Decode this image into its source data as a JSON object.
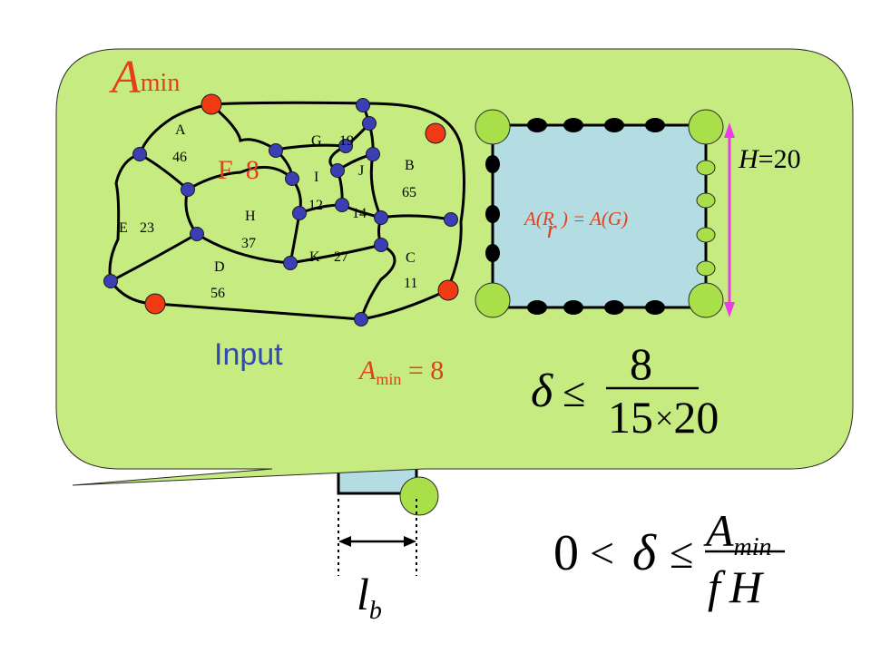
{
  "colors": {
    "callout_fill": "#c6eb80",
    "region_fill": "#b3dde2",
    "red_label": "#e1401b",
    "blue_label": "#3048b8",
    "node_blue": "#3a3fb4",
    "node_red": "#ef3a14",
    "node_green": "#a9e04a",
    "height_arrow": "#e83ee6"
  },
  "callout": {
    "amin_symbol": "A",
    "amin_sub": "min",
    "input_label": "Input",
    "amin_eq_A": "A",
    "amin_eq_sub": "min",
    "amin_eq_rest": " = 8"
  },
  "graph": {
    "regions": [
      {
        "name": "A",
        "value": "46"
      },
      {
        "name": "B",
        "value": "65"
      },
      {
        "name": "C",
        "value": "11"
      },
      {
        "name": "D",
        "value": "56"
      },
      {
        "name": "E",
        "value": "23"
      },
      {
        "name": "F",
        "value": "8"
      },
      {
        "name": "G",
        "value": "19"
      },
      {
        "name": "H",
        "value": "37"
      },
      {
        "name": "I",
        "value": "12"
      },
      {
        "name": "J",
        "value": "14"
      },
      {
        "name": "K",
        "value": "27"
      }
    ]
  },
  "rect_diagram": {
    "area_label_pre": "A(R",
    "area_label_sub": "r",
    "area_label_post": " ) = A(G)",
    "height_label_var": "H",
    "height_label_val": "=20"
  },
  "formulas": {
    "delta_bound_numer": "8",
    "delta_bound_den_a": "15",
    "delta_bound_den_b": "20",
    "general_numer_A": "A",
    "general_numer_sub": "min",
    "general_den_f": "f",
    "general_den_H": "H",
    "general_zero": "0",
    "delta": "δ"
  },
  "base_width_label": {
    "var": "l",
    "sub": "b"
  }
}
